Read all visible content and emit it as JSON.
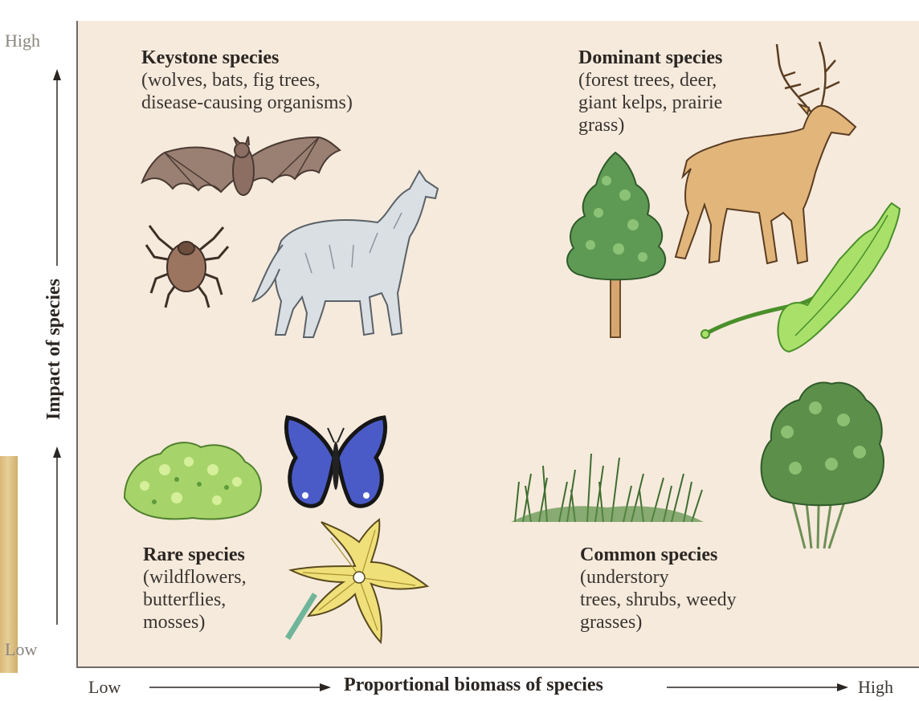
{
  "axes": {
    "y_label": "Impact of species",
    "y_high": "High",
    "y_low": "Low",
    "x_label": "Proportional biomass of species",
    "x_low": "Low",
    "x_high": "High"
  },
  "quadrants": {
    "keystone": {
      "title": "Keystone species",
      "lines": [
        "(wolves, bats, fig trees,",
        "disease-causing organisms)"
      ]
    },
    "dominant": {
      "title": "Dominant species",
      "lines": [
        "(forest trees, deer,",
        "giant kelps, prairie",
        "grass)"
      ]
    },
    "rare": {
      "title": "Rare species",
      "lines": [
        "(wildflowers,",
        "butterflies,",
        "mosses)"
      ]
    },
    "common": {
      "title": "Common species",
      "lines": [
        "(understory",
        "trees, shrubs, weedy",
        "grasses)"
      ]
    }
  },
  "colors": {
    "panel_bg": "#f6eadc",
    "axis": "#6e6b67",
    "bat": "#9a7f73",
    "tick": "#7a6658",
    "wolf": "#d9dfe3",
    "deer": "#e2b57b",
    "tree": "#5f9a55",
    "kelp": "#a8e06a",
    "moss": "#a7d46a",
    "butterfly_blue": "#4a5bc8",
    "flower": "#efe07a",
    "grass": "#5a8f46"
  },
  "icons": [
    "bat-icon",
    "tick-icon",
    "wolf-icon",
    "deer-icon",
    "pine-tree-icon",
    "kelp-icon",
    "moss-icon",
    "butterfly-icon",
    "wildflower-icon",
    "grass-icon",
    "shrub-icon"
  ]
}
